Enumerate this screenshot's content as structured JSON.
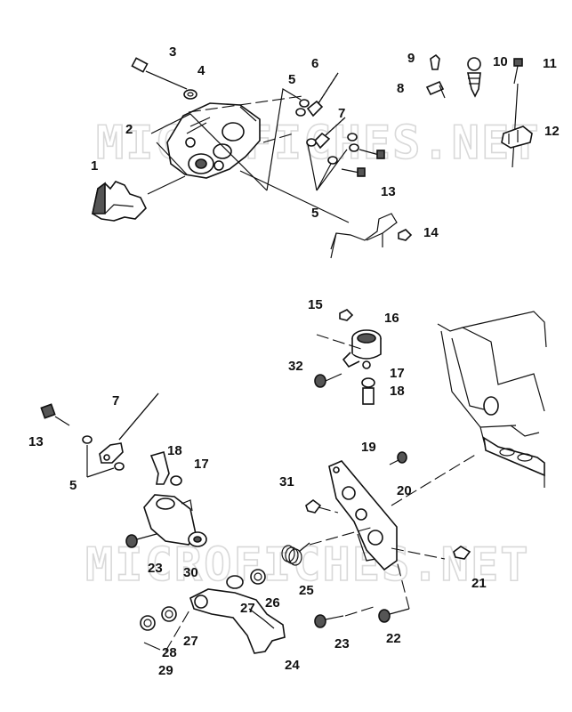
{
  "watermark": "MICROFICHES.NET",
  "callouts": [
    {
      "id": "c1",
      "text": "1"
    },
    {
      "id": "c2",
      "text": "2"
    },
    {
      "id": "c3",
      "text": "3"
    },
    {
      "id": "c4",
      "text": "4"
    },
    {
      "id": "c5a",
      "text": "5"
    },
    {
      "id": "c5b",
      "text": "5"
    },
    {
      "id": "c6",
      "text": "6"
    },
    {
      "id": "c7a",
      "text": "7"
    },
    {
      "id": "c8",
      "text": "8"
    },
    {
      "id": "c9",
      "text": "9"
    },
    {
      "id": "c10",
      "text": "10"
    },
    {
      "id": "c11",
      "text": "11"
    },
    {
      "id": "c12",
      "text": "12"
    },
    {
      "id": "c13a",
      "text": "13"
    },
    {
      "id": "c14",
      "text": "14"
    },
    {
      "id": "c15",
      "text": "15"
    },
    {
      "id": "c16",
      "text": "16"
    },
    {
      "id": "c32",
      "text": "32"
    },
    {
      "id": "c17a",
      "text": "17"
    },
    {
      "id": "c18a",
      "text": "18"
    },
    {
      "id": "c7b",
      "text": "7"
    },
    {
      "id": "c13b",
      "text": "13"
    },
    {
      "id": "c5c",
      "text": "5"
    },
    {
      "id": "c18b",
      "text": "18"
    },
    {
      "id": "c17b",
      "text": "17"
    },
    {
      "id": "c19",
      "text": "19"
    },
    {
      "id": "c31",
      "text": "31"
    },
    {
      "id": "c20",
      "text": "20"
    },
    {
      "id": "c23a",
      "text": "23"
    },
    {
      "id": "c30",
      "text": "30"
    },
    {
      "id": "c25",
      "text": "25"
    },
    {
      "id": "c21",
      "text": "21"
    },
    {
      "id": "c26",
      "text": "26"
    },
    {
      "id": "c27a",
      "text": "27"
    },
    {
      "id": "c27b",
      "text": "27"
    },
    {
      "id": "c28",
      "text": "28"
    },
    {
      "id": "c29",
      "text": "29"
    },
    {
      "id": "c24",
      "text": "24"
    },
    {
      "id": "c23b",
      "text": "23"
    },
    {
      "id": "c22",
      "text": "22"
    }
  ]
}
